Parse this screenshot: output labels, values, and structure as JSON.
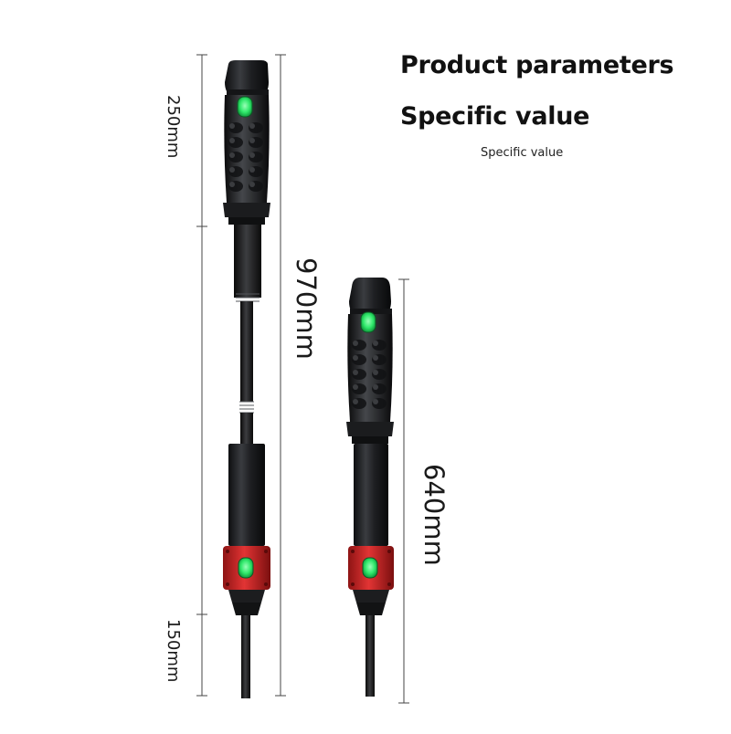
{
  "header": {
    "title": "Product parameters",
    "subtitle": "Specific value",
    "caption": "Specific value"
  },
  "dimensions": {
    "handle_length": "250mm",
    "total_length": "970mm",
    "tip_length": "150mm",
    "short_length": "640mm"
  },
  "colors": {
    "body": "#1c1d1f",
    "indicator": "#2fe86a",
    "collar": "#d32a2a"
  },
  "icons": [
    "indicator-light-icon",
    "red-collar-icon"
  ]
}
